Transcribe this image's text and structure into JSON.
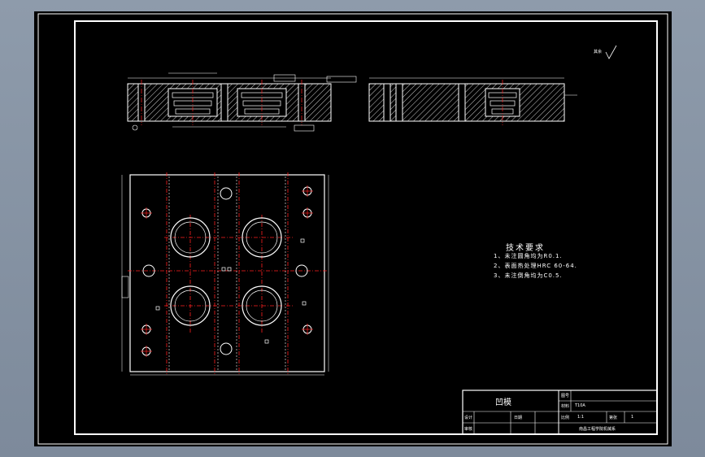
{
  "notes": {
    "title": "技术要求",
    "items": [
      "1、未注圆角均为R0.1.",
      "2、表面热处理HRC 60-64.",
      "3、未注倒角均为C0.5."
    ]
  },
  "title_block": {
    "part_name": "凹模",
    "drawing_no_label": "图号",
    "material_label": "材料",
    "material": "T10A",
    "scale_label": "比例",
    "scale": "1:1",
    "sheet_label": "第张",
    "sheet": "1",
    "designer_label": "设计",
    "checker_label": "审核",
    "date_label": "日期",
    "school": "南昌工程学院机械系"
  },
  "roughness": {
    "label": "其余"
  },
  "colors": {
    "background": "#000000",
    "line": "#ffffff",
    "center_line": "#ff2020",
    "window": "#8e9bab"
  }
}
